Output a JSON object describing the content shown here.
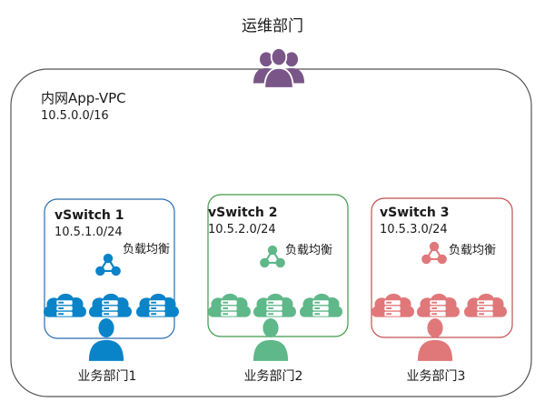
{
  "title": "运维部门",
  "vpc": {
    "name": "内网App-VPC",
    "cidr": "10.5.0.0/16"
  },
  "switches": [
    {
      "name": "vSwitch 1",
      "cidr": "10.5.1.0/24",
      "lb_label": "负载均衡",
      "dept": "业务部门1",
      "color": "#0a84c8",
      "border": "#2a6db0"
    },
    {
      "name": "vSwitch 2",
      "cidr": "10.5.2.0/24",
      "lb_label": "负载均衡",
      "dept": "业务部门2",
      "color": "#5fb88a",
      "border": "#3f9a4a"
    },
    {
      "name": "vSwitch 3",
      "cidr": "10.5.3.0/24",
      "lb_label": "负载均衡",
      "dept": "业务部门3",
      "color": "#e0787a",
      "border": "#c0504f"
    }
  ],
  "icons": {
    "ops_team": "people-group-icon",
    "load_balancer": "load-balancer-icon",
    "server": "cloud-server-icon",
    "user": "user-icon"
  },
  "colors": {
    "ops_team": "#7a5688",
    "vpc_border": "#555555"
  }
}
